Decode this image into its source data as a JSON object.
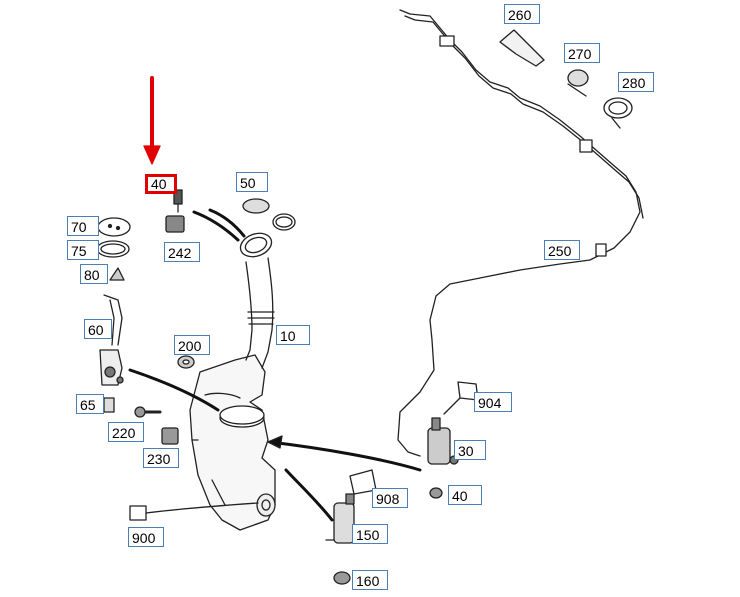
{
  "accent_color": "#e00000",
  "label_border_color": "#4a7fb5",
  "part_labels": {
    "p40a": "40",
    "p50": "50",
    "p70": "70",
    "p75": "75",
    "p80": "80",
    "p242": "242",
    "p60": "60",
    "p10": "10",
    "p200": "200",
    "p65": "65",
    "p220": "220",
    "p230": "230",
    "p900": "900",
    "p260": "260",
    "p270": "270",
    "p280": "280",
    "p250": "250",
    "p904": "904",
    "p30": "30",
    "p40b": "40",
    "p908": "908",
    "p150": "150",
    "p160": "160"
  }
}
